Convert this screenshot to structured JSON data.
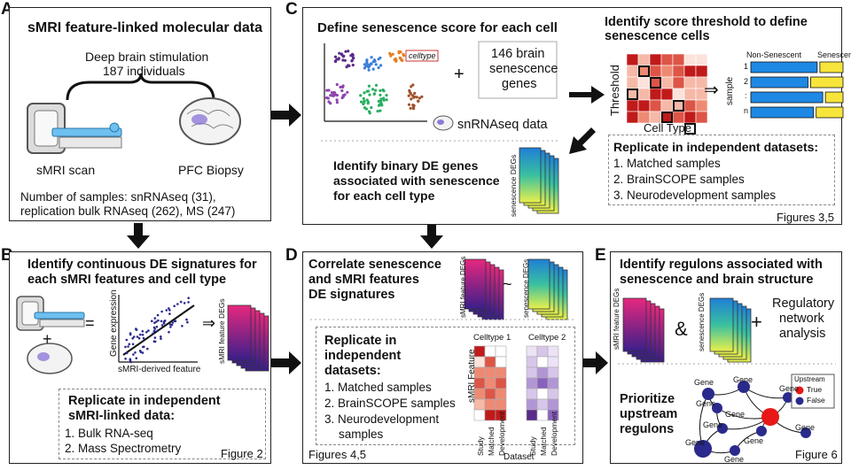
{
  "panel_a": {
    "label": "A",
    "title": "sMRI feature-linked molecular data",
    "dbs_line1": "Deep brain stimulation",
    "dbs_line2": "187 individuals",
    "smri_scan": "sMRI scan",
    "pfc_biopsy": "PFC Biopsy",
    "samples_line1": "Number of samples: snRNAseq (31),",
    "samples_line2": "replication bulk RNAseq (262), MS (247)"
  },
  "panel_b": {
    "label": "B",
    "title_line1": "Identify continuous DE signatures for",
    "title_line2": "each sMRI features and cell type",
    "plus": "+",
    "equals": "=",
    "implies": "⇒",
    "y_axis": "Gene expression",
    "x_axis": "sMRI-derived feature",
    "deg_label": "sMRI feature DEGs",
    "replicate_line1": "Replicate in independent",
    "replicate_line2": "sMRI-linked data:",
    "item1": "1. Bulk RNA-seq",
    "item2": "2. Mass Spectrometry",
    "figure": "Figure 2"
  },
  "panel_c": {
    "label": "C",
    "define_title": "Define senescence score for each cell",
    "celltype_tag": "celltype",
    "plus": "+",
    "genes_line1": "146 brain",
    "genes_line2": "senescence",
    "genes_line3": "genes",
    "snrna_label": "snRNAseq data",
    "threshold_title_line1": "Identify score threshold to define",
    "threshold_title_line2": "senescence cells",
    "threshold_axis": "Threshold",
    "celltype_axis": "Cell Type",
    "implies": "⇒",
    "non_senescent": "Non-Senescent",
    "senescent": "Senescent",
    "sample_axis": "sample",
    "rows": [
      "1",
      "2",
      ":",
      "n"
    ],
    "binary_line1": "Identify binary DE genes",
    "binary_line2": "associated with senescence",
    "binary_line3": "for each cell type",
    "sen_deg_label": "senescence DEGs",
    "replicate_title": "Replicate in independent datasets:",
    "item1": "1. Matched samples",
    "item2": "2. BrainSCOPE samples",
    "item3": "3. Neurodevelopment samples",
    "figure": "Figures 3,5"
  },
  "panel_d": {
    "label": "D",
    "title_line1": "Correlate senescence",
    "title_line2": "and sMRI features",
    "title_line3": "DE signatures",
    "smri_deg_label": "sMRI feature DEGs",
    "tilde": "~",
    "sen_deg_label": "senescence DEGs",
    "replicate_line1": "Replicate in",
    "replicate_line2": "independent",
    "replicate_line3": "datasets:",
    "item1": "1. Matched samples",
    "item2": "2. BrainSCOPE samples",
    "item3_line1": "3. Neurodevelopment",
    "item3_line2": "samples",
    "celltype1": "Celltype 1",
    "celltype2": "Celltype 2",
    "feature_axis": "sMRI Feature",
    "col_labels": [
      "Study",
      "Matched",
      "Development"
    ],
    "dataset_axis": "Dataset",
    "figure": "Figures 4,5"
  },
  "panel_e": {
    "label": "E",
    "title_line1": "Identify regulons associated with",
    "title_line2": "senescence and brain structure",
    "smri_deg_label": "sMRI feature DEGs",
    "ampersand": "&",
    "sen_deg_label": "senescence DEGs",
    "plus": "+",
    "network_line1": "Regulatory",
    "network_line2": "network",
    "network_line3": "analysis",
    "prior_line1": "Prioritize",
    "prior_line2": "upstream",
    "prior_line3": "regulons",
    "gene": "Gene",
    "legend_title": "Upstream",
    "legend_true": "True",
    "legend_false": "False",
    "figure": "Figure 6"
  },
  "colors": {
    "true_node": "#e81818",
    "false_node": "#2a2a8c",
    "heat_dark": "#c01a1a",
    "bar_blue": "#1e88e5",
    "bar_yellow": "#f7e53b",
    "purple_low": "#d7c6ea",
    "purple_high": "#5a2a8a"
  }
}
